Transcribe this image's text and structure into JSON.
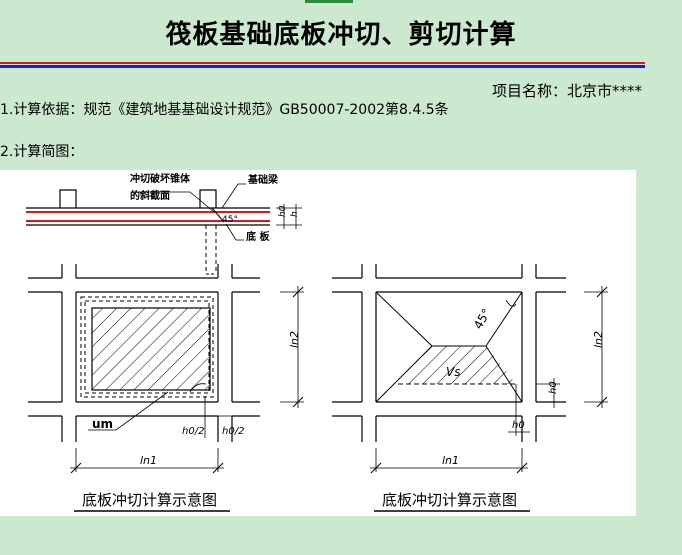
{
  "header": {
    "title": "筏板基础底板冲切、剪切计算",
    "project_label": "项目名称：北京市****"
  },
  "body": {
    "basis_text": "1.计算依据：规范《建筑地基基础设计规范》GB50007-2002第8.4.5条",
    "diagram_heading": "2.计算简图："
  },
  "diagram": {
    "section_labels": {
      "punch_cone": "冲切破坏锥体",
      "slant_section": "的斜截面",
      "foundation_beam": "基础梁",
      "bottom_slab": "底 板",
      "angle": "45°",
      "h0": "h0",
      "h": "h"
    },
    "left_plan": {
      "um": "um",
      "h0_half_left": "h0/2",
      "h0_half_right": "h0/2",
      "ln2": "ln2",
      "ln1": "ln1",
      "caption": "底板冲切计算示意图"
    },
    "right_plan": {
      "angle": "45°",
      "vs": "Vs",
      "ln2": "ln2",
      "h0_top": "h0",
      "h0_bottom": "h0",
      "ln1": "ln1",
      "caption": "底板冲切计算示意图"
    }
  }
}
